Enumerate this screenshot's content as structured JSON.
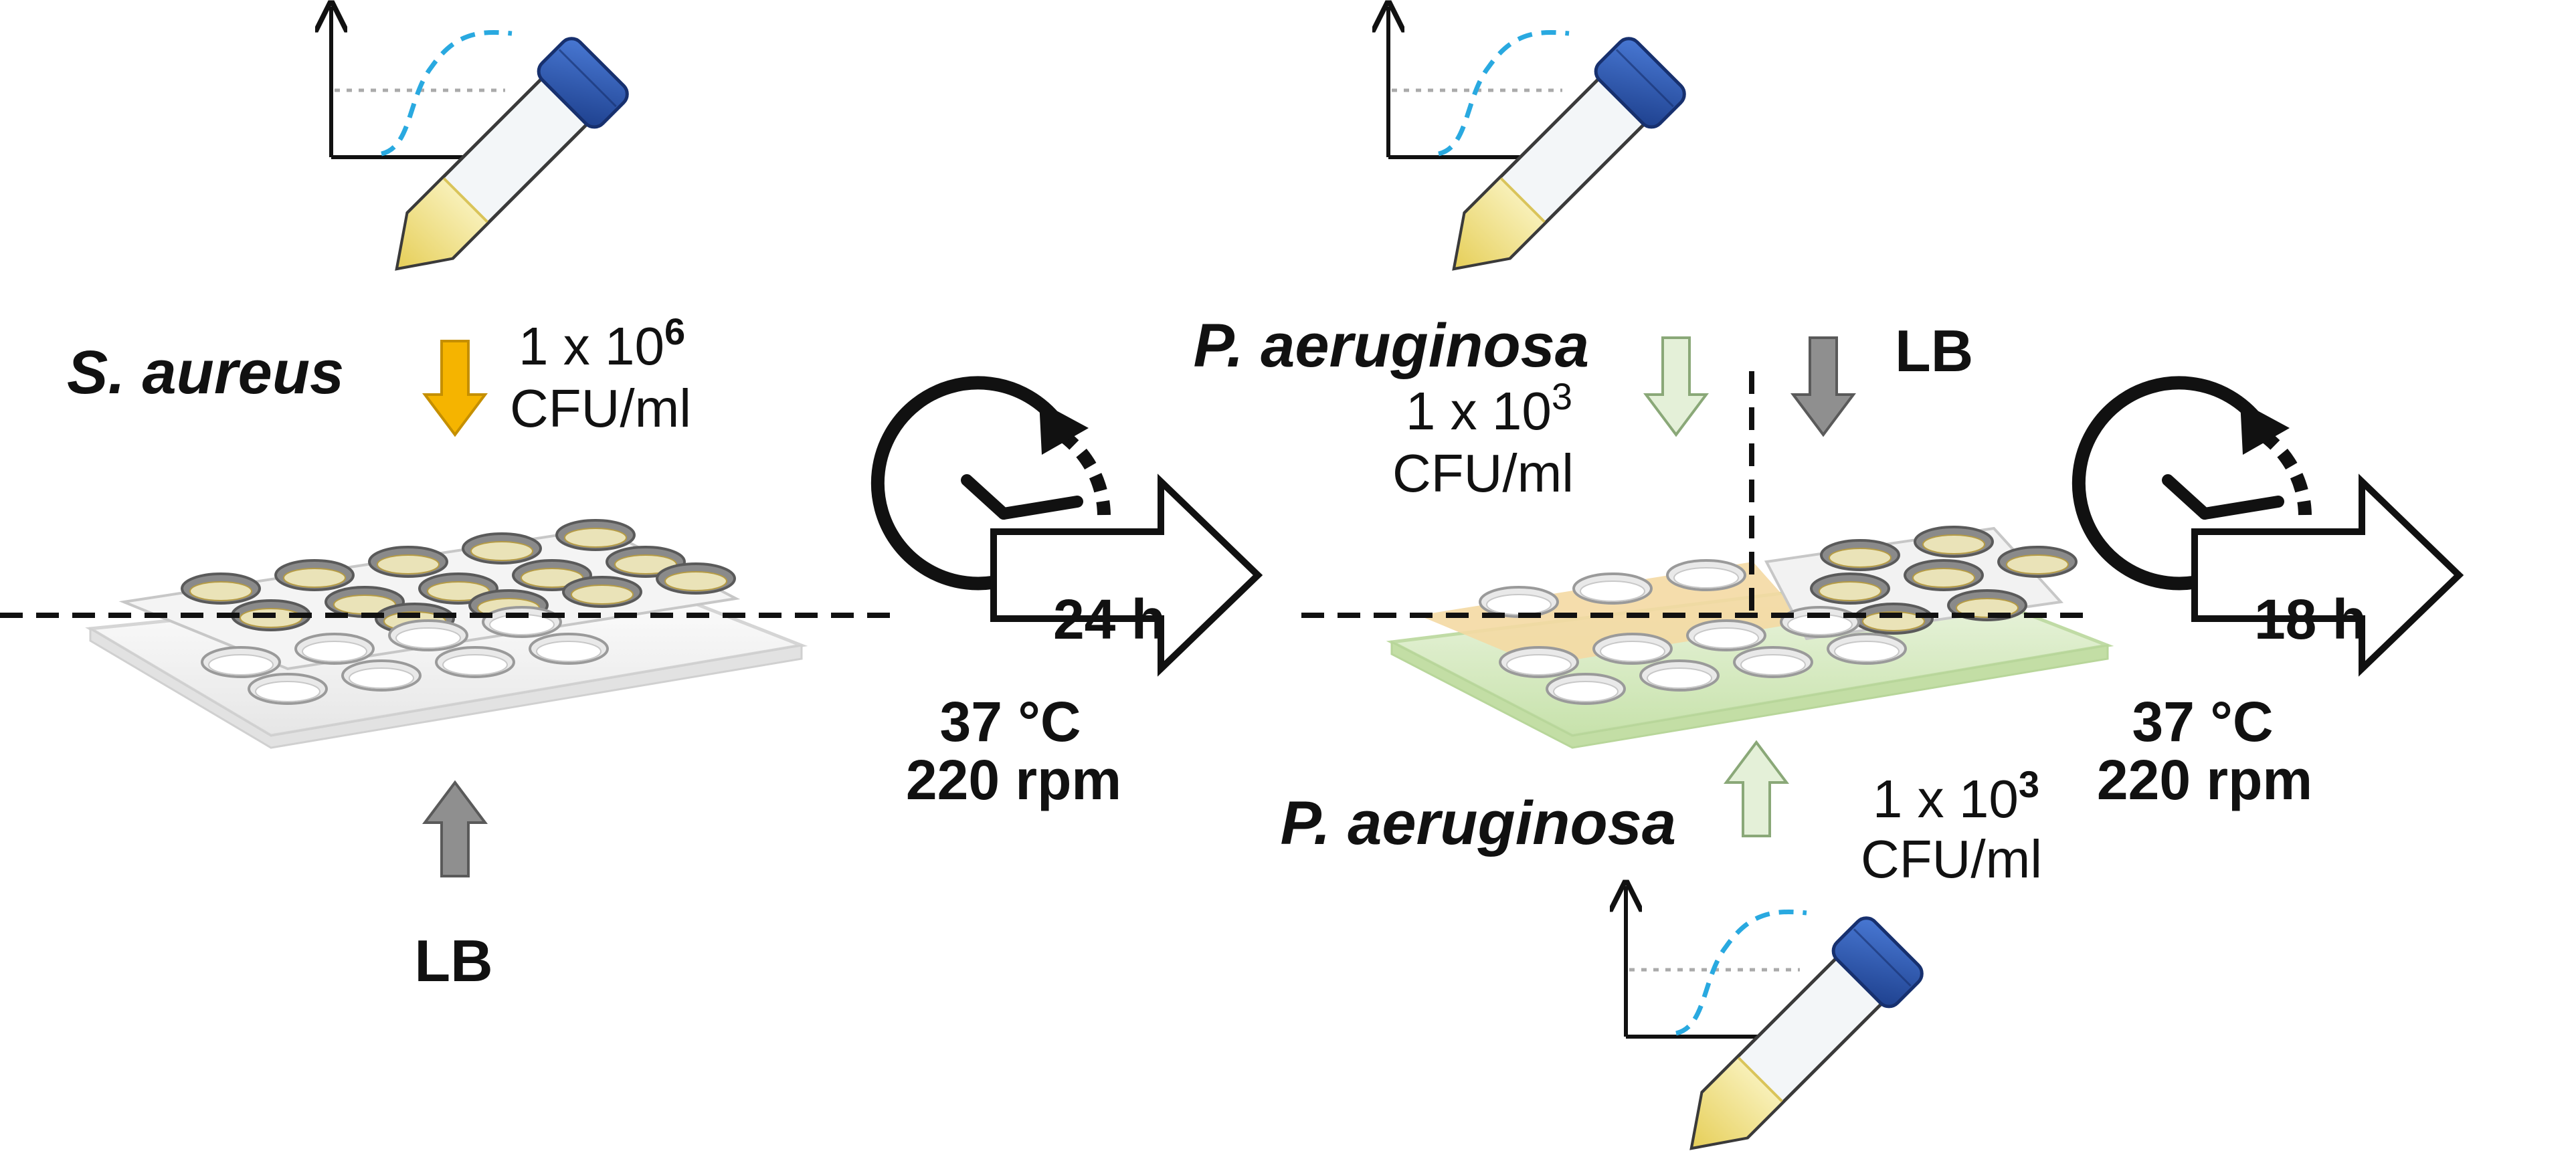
{
  "stage1": {
    "organism": "S. aureus",
    "dose": {
      "base": "1 x 10",
      "exp": "6",
      "unit": "CFU/ml"
    },
    "bottom_medium": "LB",
    "incubation": {
      "time": "24 h",
      "temperature": "37 °C",
      "speed": "220 rpm"
    }
  },
  "stage2": {
    "top_organism": "P. aeruginosa",
    "top_dose": {
      "base": "1 x 10",
      "exp": "3",
      "unit": "CFU/ml"
    },
    "top_medium": "LB",
    "bottom_organism": "P. aeruginosa",
    "bottom_dose": {
      "base": "1 x 10",
      "exp": "3",
      "unit": "CFU/ml"
    },
    "incubation": {
      "time": "18 h",
      "temperature": "37 °C",
      "speed": "220 rpm"
    }
  },
  "colors": {
    "s_aureus_arrow": "#f5b400",
    "p_aeruginosa_arrow": "#e4f0d8",
    "lb_arrow": "#8f8f8f",
    "tube_cap": "#2a56b0",
    "growth_curve": "#29a9e0",
    "culture_liquid": "#f2e48a",
    "plate_green": "#cfe6b5",
    "plate_orange": "#f4d9a3"
  }
}
